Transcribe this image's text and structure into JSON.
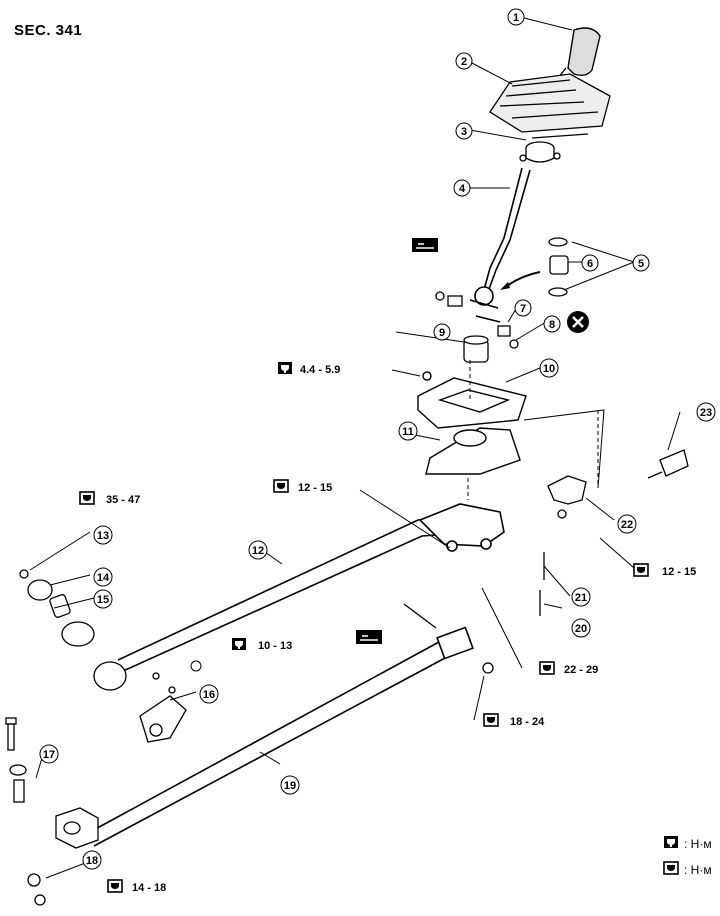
{
  "section": "SEC. 341",
  "callouts": [
    "1",
    "2",
    "3",
    "4",
    "5",
    "6",
    "7",
    "8",
    "9",
    "10",
    "11",
    "12",
    "13",
    "14",
    "15",
    "16",
    "17",
    "18",
    "19",
    "20",
    "21",
    "22",
    "23"
  ],
  "torques": {
    "t1": "4.4 - 5.9",
    "t2": "12 - 15",
    "t3": "35 - 47",
    "t4": "12 - 15",
    "t5": "10 - 13",
    "t6": "22 - 29",
    "t7": "18 - 24",
    "t8": "14 - 18"
  },
  "legend": {
    "unit1": ": Н·м",
    "unit2": ": Н·м"
  },
  "icons": {
    "torque": "torque-wrench-icon",
    "grease": "grease-apply-icon",
    "discard": "do-not-reuse-icon"
  }
}
